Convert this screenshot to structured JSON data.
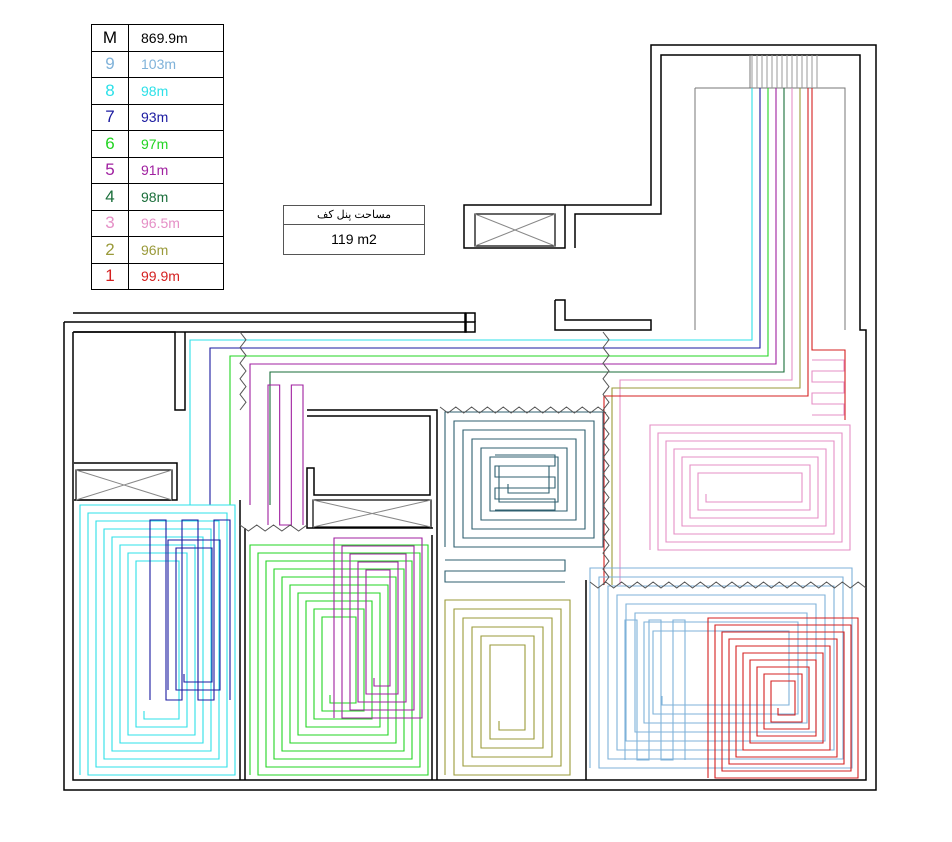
{
  "legend": {
    "header": {
      "key": "M",
      "value": "869.9m"
    },
    "rows": [
      {
        "key": "9",
        "value": "103m",
        "color": "#7fb2d9"
      },
      {
        "key": "8",
        "value": "98m",
        "color": "#2de0e8"
      },
      {
        "key": "7",
        "value": "93m",
        "color": "#1a1aa0"
      },
      {
        "key": "6",
        "value": "97m",
        "color": "#22d422"
      },
      {
        "key": "5",
        "value": "91m",
        "color": "#a020a0"
      },
      {
        "key": "4",
        "value": "98m",
        "color": "#1a6e3a"
      },
      {
        "key": "3",
        "value": "96.5m",
        "color": "#e58fc6"
      },
      {
        "key": "2",
        "value": "96m",
        "color": "#9a9a3a"
      },
      {
        "key": "1",
        "value": "99.9m",
        "color": "#d42020"
      }
    ]
  },
  "area": {
    "label": "مساحت پنل کف",
    "value": "119 m2"
  },
  "colors": {
    "wall": "#000000",
    "zigzag": "#555555",
    "shaft": "#888888",
    "c1": "#d42020",
    "c2": "#9a9a3a",
    "c3": "#e58fc6",
    "c4": "#1a6e3a",
    "c5": "#a020a0",
    "c6": "#22d422",
    "c7": "#1a1aa0",
    "c8": "#2de0e8",
    "c9": "#7fb2d9",
    "c10": "#2f5f6f"
  }
}
